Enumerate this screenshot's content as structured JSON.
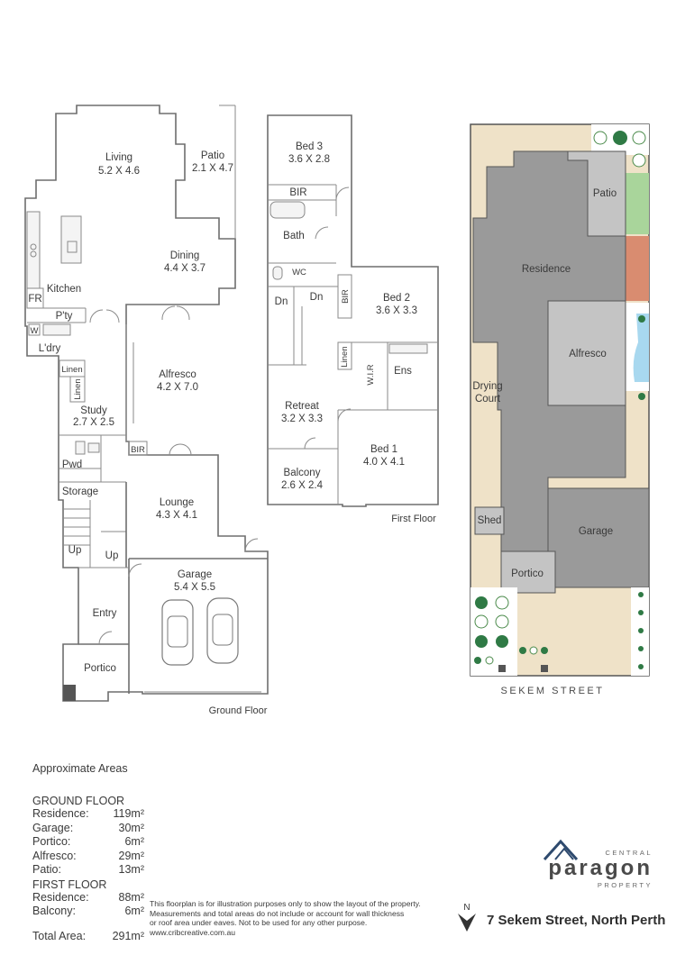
{
  "ground_floor": {
    "caption": "Ground Floor",
    "rooms": {
      "living": {
        "name": "Living",
        "dims": "5.2 X 4.6"
      },
      "patio": {
        "name": "Patio",
        "dims": "2.1 X 4.7"
      },
      "dining": {
        "name": "Dining",
        "dims": "4.4 X 3.7"
      },
      "kitchen": {
        "name": "Kitchen"
      },
      "fr": {
        "name": "FR"
      },
      "pantry": {
        "name": "P'ty"
      },
      "w": {
        "name": "W"
      },
      "laundry": {
        "name": "L'dry"
      },
      "linen1": {
        "name": "Linen"
      },
      "linen2": {
        "name": "Linen"
      },
      "alfresco": {
        "name": "Alfresco",
        "dims": "4.2 X 7.0"
      },
      "study": {
        "name": "Study",
        "dims": "2.7 X 2.5"
      },
      "bir": {
        "name": "BIR"
      },
      "pwd": {
        "name": "Pwd"
      },
      "storage": {
        "name": "Storage"
      },
      "lounge": {
        "name": "Lounge",
        "dims": "4.3 X 4.1"
      },
      "up1": {
        "name": "Up"
      },
      "up2": {
        "name": "Up"
      },
      "entry": {
        "name": "Entry"
      },
      "garage": {
        "name": "Garage",
        "dims": "5.4 X 5.5"
      },
      "portico": {
        "name": "Portico"
      }
    }
  },
  "first_floor": {
    "caption": "First Floor",
    "rooms": {
      "bed3": {
        "name": "Bed 3",
        "dims": "3.6 X 2.8"
      },
      "bir": {
        "name": "BIR"
      },
      "bath": {
        "name": "Bath"
      },
      "wc": {
        "name": "WC"
      },
      "dn1": {
        "name": "Dn"
      },
      "dn2": {
        "name": "Dn"
      },
      "bir2": {
        "name": "BIR"
      },
      "bed2": {
        "name": "Bed 2",
        "dims": "3.6 X 3.3"
      },
      "linen": {
        "name": "Linen"
      },
      "wir": {
        "name": "W.I.R"
      },
      "ens": {
        "name": "Ens"
      },
      "retreat": {
        "name": "Retreat",
        "dims": "3.2 X 3.3"
      },
      "bed1": {
        "name": "Bed 1",
        "dims": "4.0 X 4.1"
      },
      "balcony": {
        "name": "Balcony",
        "dims": "2.6 X 2.4"
      }
    }
  },
  "site_plan": {
    "labels": {
      "patio": "Patio",
      "residence": "Residence",
      "alfresco": "Alfresco",
      "drying_court_1": "Drying",
      "drying_court_2": "Court",
      "shed": "Shed",
      "garage": "Garage",
      "portico": "Portico"
    },
    "street": "SEKEM STREET",
    "colors": {
      "building_dark": "#9a9a9a",
      "building_light": "#c4c4c4",
      "land": "#efe2c8",
      "lawn": "#a9d59b",
      "deck": "#d98c70",
      "pool": "#a8d8ef"
    }
  },
  "areas": {
    "heading": "Approximate Areas",
    "ground_heading": "GROUND FLOOR",
    "ground": [
      {
        "label": "Residence:",
        "value": "119m²"
      },
      {
        "label": "Garage:",
        "value": "30m²"
      },
      {
        "label": "Portico:",
        "value": "6m²"
      },
      {
        "label": "Alfresco:",
        "value": "29m²"
      },
      {
        "label": "Patio:",
        "value": "13m²"
      }
    ],
    "first_heading": "FIRST FLOOR",
    "first": [
      {
        "label": "Residence:",
        "value": "88m²"
      },
      {
        "label": "Balcony:",
        "value": "6m²"
      }
    ],
    "total_label": "Total Area:",
    "total_value": "291m²"
  },
  "disclaimer": {
    "line1": "This floorplan is for illustration purposes only to show the layout of the property.",
    "line2": "Measurements and total areas do not include or account for wall thickness",
    "line3": "or roof area under eaves. Not to be used for any other purpose.",
    "line4": "www.cribcreative.com.au"
  },
  "compass": {
    "label": "N"
  },
  "address": "7 Sekem Street, North Perth",
  "logo": {
    "top": "CENTRAL",
    "brand": "paragon",
    "bottom": "PROPERTY",
    "icon": "mountain-icon"
  }
}
